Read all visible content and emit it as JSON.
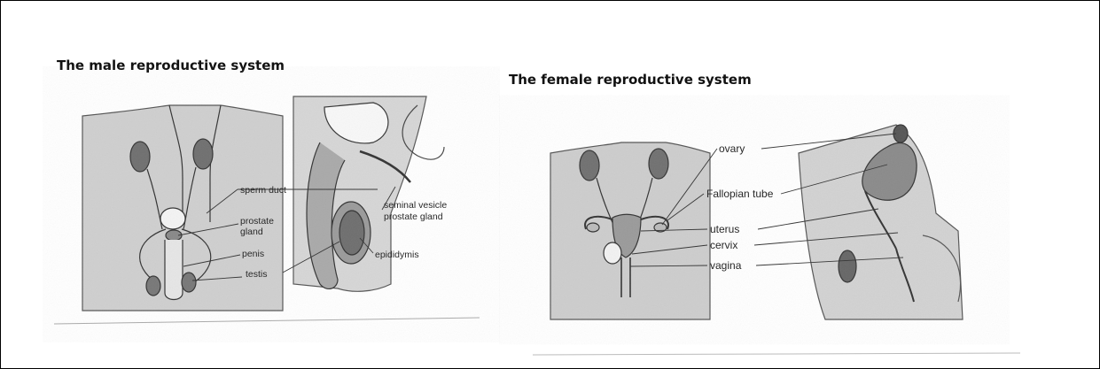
{
  "male": {
    "title": "The male reproductive system",
    "labels": {
      "sperm_duct": "sperm duct",
      "prostate_gland_1": "prostate",
      "prostate_gland_2": "gland",
      "penis": "penis",
      "testis": "testis",
      "seminal_vesicle": "seminal vesicle",
      "prostate_gland_side": "prostate gland",
      "epididymis": "epididymis"
    }
  },
  "female": {
    "title": "The female reproductive system",
    "labels": {
      "ovary": "ovary",
      "fallopian_tube": "Fallopian tube",
      "uterus": "uterus",
      "cervix": "cervix",
      "vagina": "vagina"
    }
  }
}
